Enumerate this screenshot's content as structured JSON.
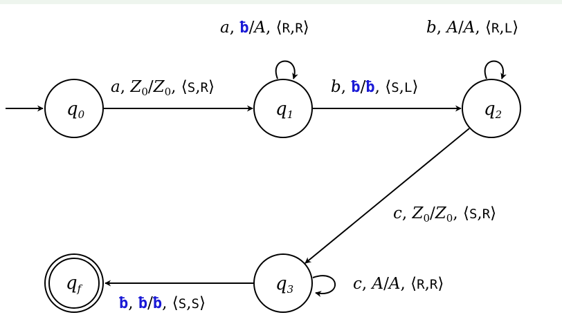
{
  "colors": {
    "background": "#ffffff",
    "top_band": "#eef5ee",
    "ink": "#000000",
    "blank_symbol": "#1a1ad6"
  },
  "states": {
    "q0": {
      "base": "q",
      "sub": "0"
    },
    "q1": {
      "base": "q",
      "sub": "1"
    },
    "q2": {
      "base": "q",
      "sub": "2"
    },
    "q3": {
      "base": "q",
      "sub": "3"
    },
    "qf": {
      "base": "q",
      "sub": "f"
    }
  },
  "blank_symbol": "ƀ",
  "transitions": {
    "q0_q1": {
      "input": "a",
      "pop": "Z",
      "pop_sub": "0",
      "push": "Z",
      "push_sub": "0",
      "m1": "S",
      "m2": "R"
    },
    "q1_q1": {
      "input": "a",
      "push": "A",
      "m1": "R",
      "m2": "R"
    },
    "q1_q2": {
      "input": "b",
      "m1": "S",
      "m2": "L"
    },
    "q2_q2": {
      "input": "b",
      "pop": "A",
      "push": "A",
      "m1": "R",
      "m2": "L"
    },
    "q2_q3": {
      "input": "c",
      "pop": "Z",
      "pop_sub": "0",
      "push": "Z",
      "push_sub": "0",
      "m1": "S",
      "m2": "R"
    },
    "q3_q3": {
      "input": "c",
      "pop": "A",
      "push": "A",
      "m1": "R",
      "m2": "R"
    },
    "q3_qf": {
      "m1": "S",
      "m2": "S"
    }
  },
  "punct": {
    "comma": ",",
    "slash": "/",
    "lang": "⟨",
    "rang": "⟩"
  }
}
